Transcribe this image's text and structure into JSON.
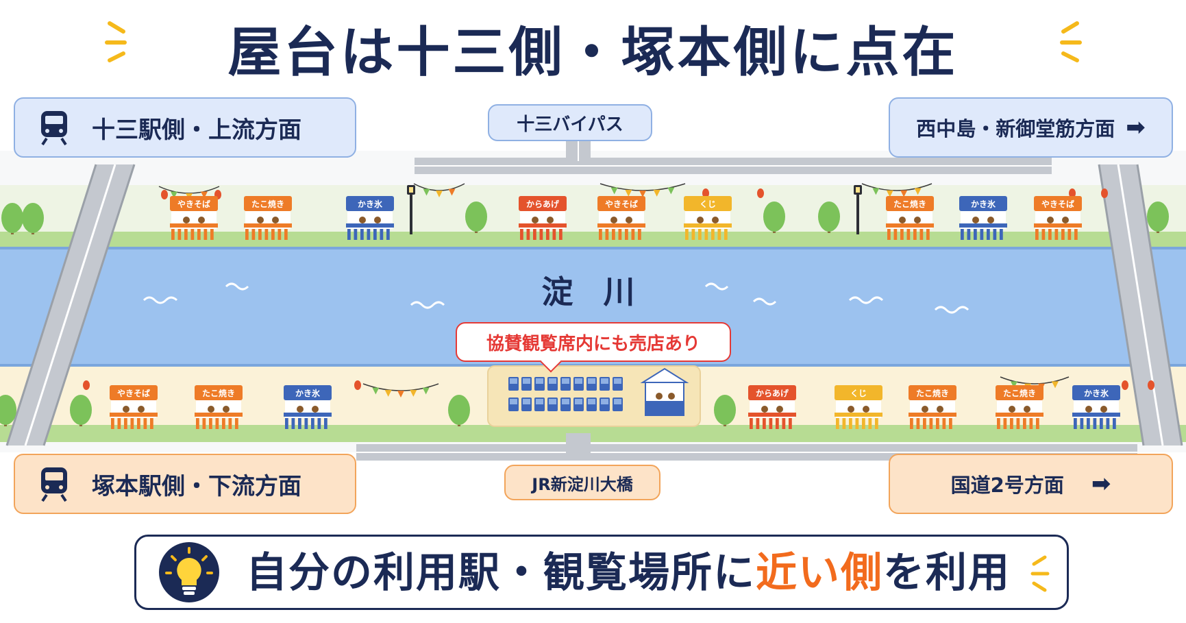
{
  "title": "屋台は十三側・塚本側に点在",
  "river": "淀 川",
  "upstream_station": "十三駅側・上流方面",
  "downstream_station": "塚本駅側・下流方面",
  "north_bridge": "十三バイパス",
  "south_bridge": "JR新淀川大橋",
  "north_east_direction": "西中島・新御堂筋方面",
  "south_east_direction": "国道2号方面",
  "callout": "協賛観覧席内にも売店あり",
  "tip": {
    "before": "自分の利用駅・観覧場所に",
    "highlight": "近い側",
    "after": "を利用"
  },
  "north_stalls": [
    "やきそば",
    "たこ焼き",
    "かき氷",
    "からあげ",
    "やきそば",
    "くじ",
    "たこ焼き",
    "かき氷",
    "やきそば"
  ],
  "south_stalls": [
    "やきそば",
    "たこ焼き",
    "かき氷",
    "からあげ",
    "くじ",
    "たこ焼き",
    "たこ焼き",
    "かき氷"
  ],
  "colors": {
    "navy": "#1b2a55",
    "river": "#9cc2ef",
    "north_bank": "#eef4e4",
    "south_bank": "#fbf2d8",
    "road": "#c4c8cf",
    "accent_orange": "#f26b1d",
    "callout_red": "#e53935",
    "stall_blue": "#3d66b9",
    "stall_orange": "#ee7b27",
    "stall_red": "#e4532c",
    "stall_yellow": "#f2b62b"
  },
  "icons": [
    "train-icon",
    "right-arrow-icon",
    "lightbulb-icon",
    "sparkle-icon",
    "wave-icon",
    "tree-icon",
    "lantern-icon",
    "bunting-icon",
    "seat-icon",
    "tent-icon"
  ]
}
